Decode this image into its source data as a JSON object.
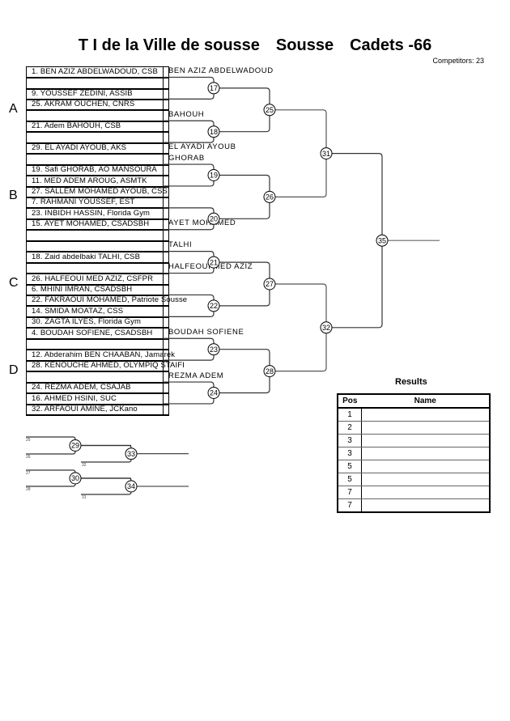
{
  "header": {
    "title_parts": [
      "T I de la Ville de sousse",
      "Sousse",
      "Cadets -66"
    ],
    "competitors_label": "Competitors: 23"
  },
  "groups": [
    "A",
    "B",
    "C",
    "D"
  ],
  "slots": [
    "1.  BEN AZIZ ABDELWADOUD, CSB",
    "",
    "9.  YOUSSEF ZEDINI, ASSIB",
    "25. AKRAM OUCHEN, CNRS",
    "",
    "21. Adem BAHOUH, CSB",
    "",
    "29.  EL AYADI AYOUB, AKS",
    "",
    "19. Safi GHORAB, AO MANSOURA",
    "11.  MED ADEM AROUG, ASMTK",
    "27.  SALLEM MOHAMED AYOUB, CSS",
    "7.  RAHMANI YOUSSEF, EST",
    "23.  INBIDH HASSIN, Florida Gym",
    "15.  AYET  MOHAMED, CSADSBH",
    "",
    "",
    "18. Zaid abdelbaki TALHI, CSB",
    "",
    "26.  HALFEOUI MED AZIZ, CSFPR",
    "6.  MHINI IMRAN, CSADSBH",
    "22.  FAKRAOUI MOHAMED, Patriote Sousse",
    "14.  SMIDA MOATAZ, CSS",
    "30.  ZAGTA ILYES, Florida Gym",
    "4.  BOUDAH SOFIENE, CSADSBH",
    "",
    "12. Abderahim BEN CHAABAN, Jamarek",
    "28.  KENOUCHE AHMED, OLYMPIQ STAIFI",
    "",
    "24.  REZMA ADEM, CSAJAB",
    "16.  AHMED HSINI, SUC",
    "32.  ARFAOUI AMINE, JCKano"
  ],
  "first_round_winners": [
    {
      "slot": 0,
      "name": "BEN AZIZ ABDELWADOUD"
    },
    {
      "slot": 4,
      "name": "BAHOUH"
    },
    {
      "slot": 7,
      "name": "EL AYADI AYOUB"
    },
    {
      "slot": 8,
      "name": "GHORAB"
    },
    {
      "slot": 14,
      "name": "AYET  MOHAMED"
    },
    {
      "slot": 16,
      "name": "TALHI"
    },
    {
      "slot": 18,
      "name": "HALFEOUI MED AZIZ"
    },
    {
      "slot": 24,
      "name": "BOUDAH SOFIENE"
    },
    {
      "slot": 28,
      "name": "REZMA ADEM"
    }
  ],
  "matches": {
    "round2": [
      "17",
      "18",
      "19",
      "20",
      "21",
      "22",
      "23",
      "24"
    ],
    "round3": [
      "25",
      "26",
      "27",
      "28"
    ],
    "semis": [
      "31",
      "32"
    ],
    "final": "35"
  },
  "repechage": {
    "matches": [
      "29",
      "30",
      "33",
      "34"
    ],
    "inputs": {
      "m29": [
        "25",
        "26"
      ],
      "m33": "32",
      "m30": [
        "27",
        "28"
      ],
      "m34": "31"
    }
  },
  "results": {
    "title": "Results",
    "headers": {
      "pos": "Pos",
      "name": "Name"
    },
    "rows": [
      {
        "pos": "1",
        "name": ""
      },
      {
        "pos": "2",
        "name": ""
      },
      {
        "pos": "3",
        "name": ""
      },
      {
        "pos": "3",
        "name": ""
      },
      {
        "pos": "5",
        "name": ""
      },
      {
        "pos": "5",
        "name": ""
      },
      {
        "pos": "7",
        "name": ""
      },
      {
        "pos": "7",
        "name": ""
      }
    ]
  }
}
